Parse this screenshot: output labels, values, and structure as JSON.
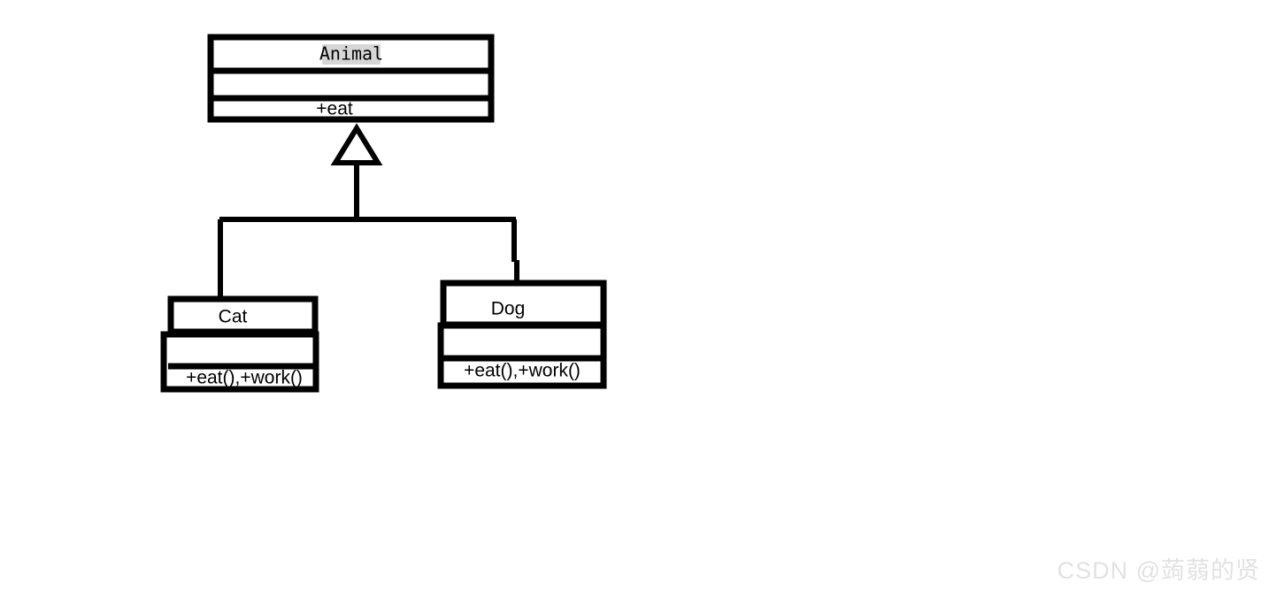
{
  "diagram": {
    "type": "uml-class-diagram",
    "background_color": "#ffffff",
    "stroke_color": "#000000",
    "selection_highlight_color": "#d6d6d6",
    "classes": [
      {
        "id": "animal",
        "name": "Animal",
        "name_selected": true,
        "attributes": "",
        "methods": "+eat",
        "role": "superclass"
      },
      {
        "id": "cat",
        "name": "Cat",
        "name_selected": false,
        "attributes": "",
        "methods": "+eat(),+work()",
        "role": "subclass"
      },
      {
        "id": "dog",
        "name": "Dog",
        "name_selected": false,
        "attributes": "",
        "methods": "+eat(),+work()",
        "role": "subclass"
      }
    ],
    "relationships": [
      {
        "type": "generalization",
        "from": "cat",
        "to": "animal",
        "arrow": "hollow-triangle"
      },
      {
        "type": "generalization",
        "from": "dog",
        "to": "animal",
        "arrow": "hollow-triangle"
      }
    ]
  },
  "watermark": {
    "text": "CSDN @蒟蒻的贤",
    "color": "#e2e2e2"
  }
}
